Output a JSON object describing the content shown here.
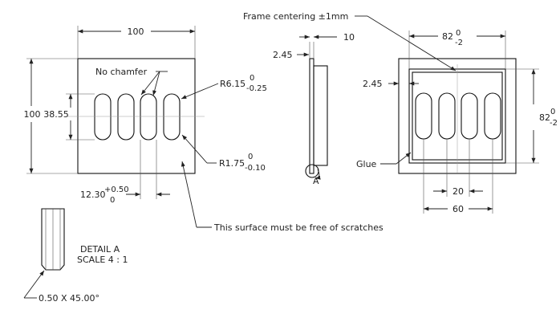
{
  "drawing": {
    "front_view": {
      "width": {
        "value": "100"
      },
      "height": {
        "value": "100"
      },
      "vertical_offset": {
        "value": "38.55"
      },
      "no_chamfer_label": "No chamfer",
      "radius_large": {
        "value": "R6.15",
        "tol_upper": "0",
        "tol_lower": "-0.25"
      },
      "radius_small": {
        "value": "R1.75",
        "tol_upper": "0",
        "tol_lower": "-0.10"
      },
      "slot_width": {
        "value": "12.30",
        "tol_upper": "+0.50",
        "tol_lower": "0"
      },
      "surface_note": "This surface must be free of scratches"
    },
    "side_view": {
      "thickness_top": "10",
      "offset_left": "2.45",
      "detail_callout": "A"
    },
    "right_view": {
      "frame_note": "Frame centering ±1mm",
      "width": {
        "value": "82",
        "tol_upper": "0",
        "tol_lower": "-2"
      },
      "height": {
        "value": "82",
        "tol_upper": "0",
        "tol_lower": "-2"
      },
      "inset": "2.45",
      "glue_label": "Glue",
      "slot_pitch": "20",
      "slot_span": "60"
    },
    "detail_view": {
      "title": "DETAIL A",
      "scale": "SCALE 4 : 1",
      "chamfer_note": "0.50 X 45.00°"
    }
  }
}
